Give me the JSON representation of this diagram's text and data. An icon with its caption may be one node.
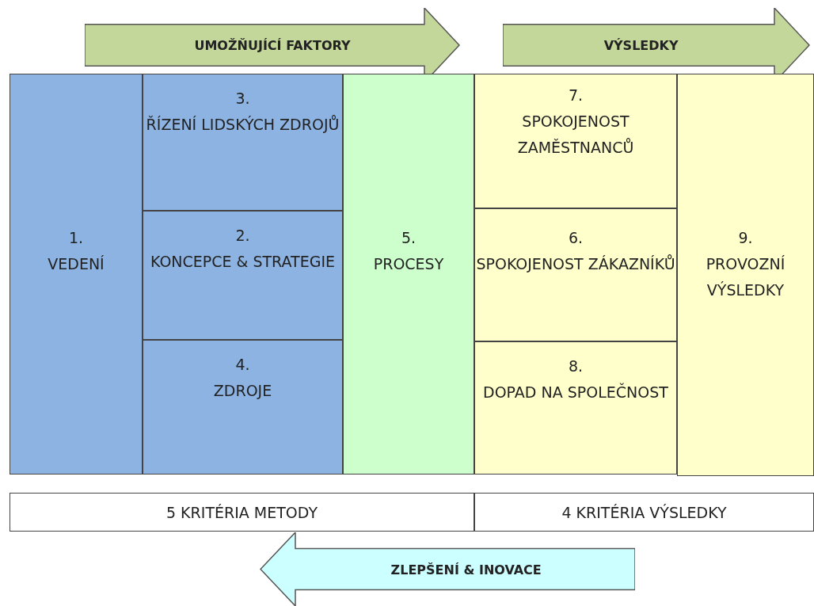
{
  "diagram": {
    "nodes": [
      {
        "text": [
          "UMOŽŇUJÍCÍ FAKTORY"
        ]
      },
      {
        "text": [
          "VÝSLEDKY"
        ]
      },
      {
        "text": [
          "1.",
          "VEDENÍ"
        ]
      },
      {
        "text": [
          "3.",
          "ŘÍZENÍ LIDSKÝCH ZDROJŮ"
        ]
      },
      {
        "text": [
          "2.",
          "KONCEPCE & STRATEGIE"
        ]
      },
      {
        "text": [
          "4.",
          "ZDROJE"
        ]
      },
      {
        "text": [
          "5.",
          "PROCESY"
        ]
      },
      {
        "text": [
          "7.",
          "SPOKOJENOST ZAMĚSTNANCŮ"
        ]
      },
      {
        "text": [
          "6.",
          "SPOKOJENOST ZÁKAZNÍKŮ"
        ]
      },
      {
        "text": [
          "8.",
          "DOPAD NA SPOLEČNOST"
        ]
      },
      {
        "text": [
          "9.",
          "PROVOZNÍ VÝSLEDKY"
        ]
      },
      {
        "text": [
          "5 KRITÉRIA METODY"
        ]
      },
      {
        "text": [
          "4 KRITÉRIA VÝSLEDKY"
        ]
      },
      {
        "text": [
          "ZLEPŠENÍ & INOVACE"
        ]
      }
    ]
  }
}
